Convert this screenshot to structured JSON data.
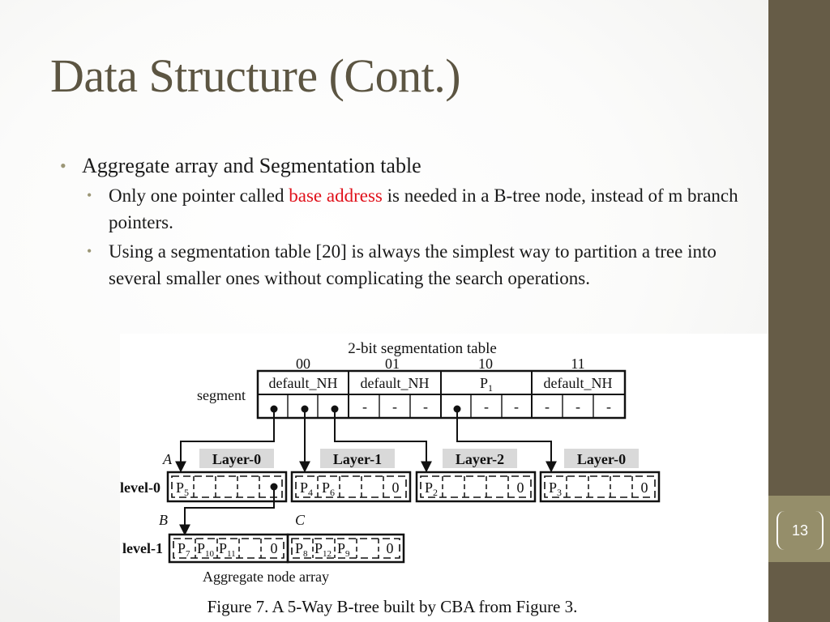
{
  "slide": {
    "title": "Data Structure (Cont.)",
    "page_number": "13"
  },
  "bullets": {
    "main": "Aggregate array and Segmentation table",
    "sub1": {
      "before": "Only one pointer called ",
      "highlight": "base address",
      "after": " is needed in a B-tree node, instead of m branch pointers."
    },
    "sub2": "Using a segmentation table [20] is always the simplest way to partition a tree into several smaller ones without complicating the search operations."
  },
  "figure": {
    "table_title": "2-bit segmentation table",
    "columns": [
      "00",
      "01",
      "10",
      "11"
    ],
    "row_label": "segment",
    "cells": [
      "default_NH",
      "default_NH",
      "P",
      "default_NH"
    ],
    "p1_subscript": "1",
    "dash": "-",
    "node_a": "A",
    "node_b": "B",
    "node_c": "C",
    "layers": [
      "Layer-0",
      "Layer-1",
      "Layer-2",
      "Layer-0"
    ],
    "level0_label": "level-0",
    "level1_label": "level-1",
    "box_p": "P",
    "zero": "0",
    "subs": {
      "a": "5",
      "b1": "4",
      "b2": "6",
      "c": "2",
      "d": "3",
      "e1": "7",
      "e2": "10",
      "e3": "11",
      "f1": "8",
      "f2": "12",
      "f3": "9"
    },
    "array_label": "Aggregate node array",
    "caption": "Figure 7. A 5-Way B-tree built by CBA from Figure 3."
  },
  "colors": {
    "title": "#5c5542",
    "accent_red": "#e0101a",
    "sidebar": "#665c47",
    "sidebar_band": "#958e6a",
    "bullet": "#9b9676",
    "layer_fill": "#d9d9d9"
  }
}
